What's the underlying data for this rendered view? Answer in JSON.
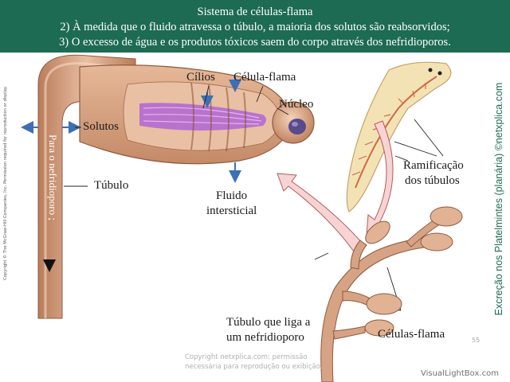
{
  "header": {
    "title": "Sistema de células-flama",
    "line2": "2) À medida que o fluido atravessa o túbulo, a maioria dos solutos são reabsorvidos;",
    "line3": "3) O excesso de água e os produtos tóxicos saem do corpo através dos nefridioporos."
  },
  "labels": {
    "cilios": "Cílios",
    "celula_flama": "Célula-flama",
    "nucleo": "Núcleo",
    "solutos": "Solutos",
    "tubulo": "Túbulo",
    "fluido_line1": "Fluido",
    "fluido_line2": "intersticial",
    "ramificacao_line1": "Ramificação",
    "ramificacao_line2": "dos túbulos",
    "tubulo_liga_line1": "Túbulo que liga a",
    "tubulo_liga_line2": "um nefridioporo",
    "celulas_flama": "Células-flama",
    "para_nefridioporo": "Para o nefridioporo ;"
  },
  "side_texts": {
    "copyright_left": "Copyright © The McGraw-Hill Companies, Inc. Permission required for reproduction or display.",
    "right_vertical": "Excreção nos Platelmintes (planária) ©netxplica.com"
  },
  "footer": {
    "watermark_line1": "Copyright netxplica.com: permissão",
    "watermark_line2": "necessária para reprodução ou exibição.",
    "page_number": "55",
    "visuallightbox": "VisualLightBox.com"
  },
  "colors": {
    "banner_bg": "#1d6b52",
    "tissue": "#d9a98a",
    "tissue_dark": "#a56e50",
    "cilia": "#b46ad0",
    "arrow_fill": "#f6d4d4",
    "arrow_stroke": "#b75a5a",
    "blue_arrow": "#3d6fb5"
  }
}
